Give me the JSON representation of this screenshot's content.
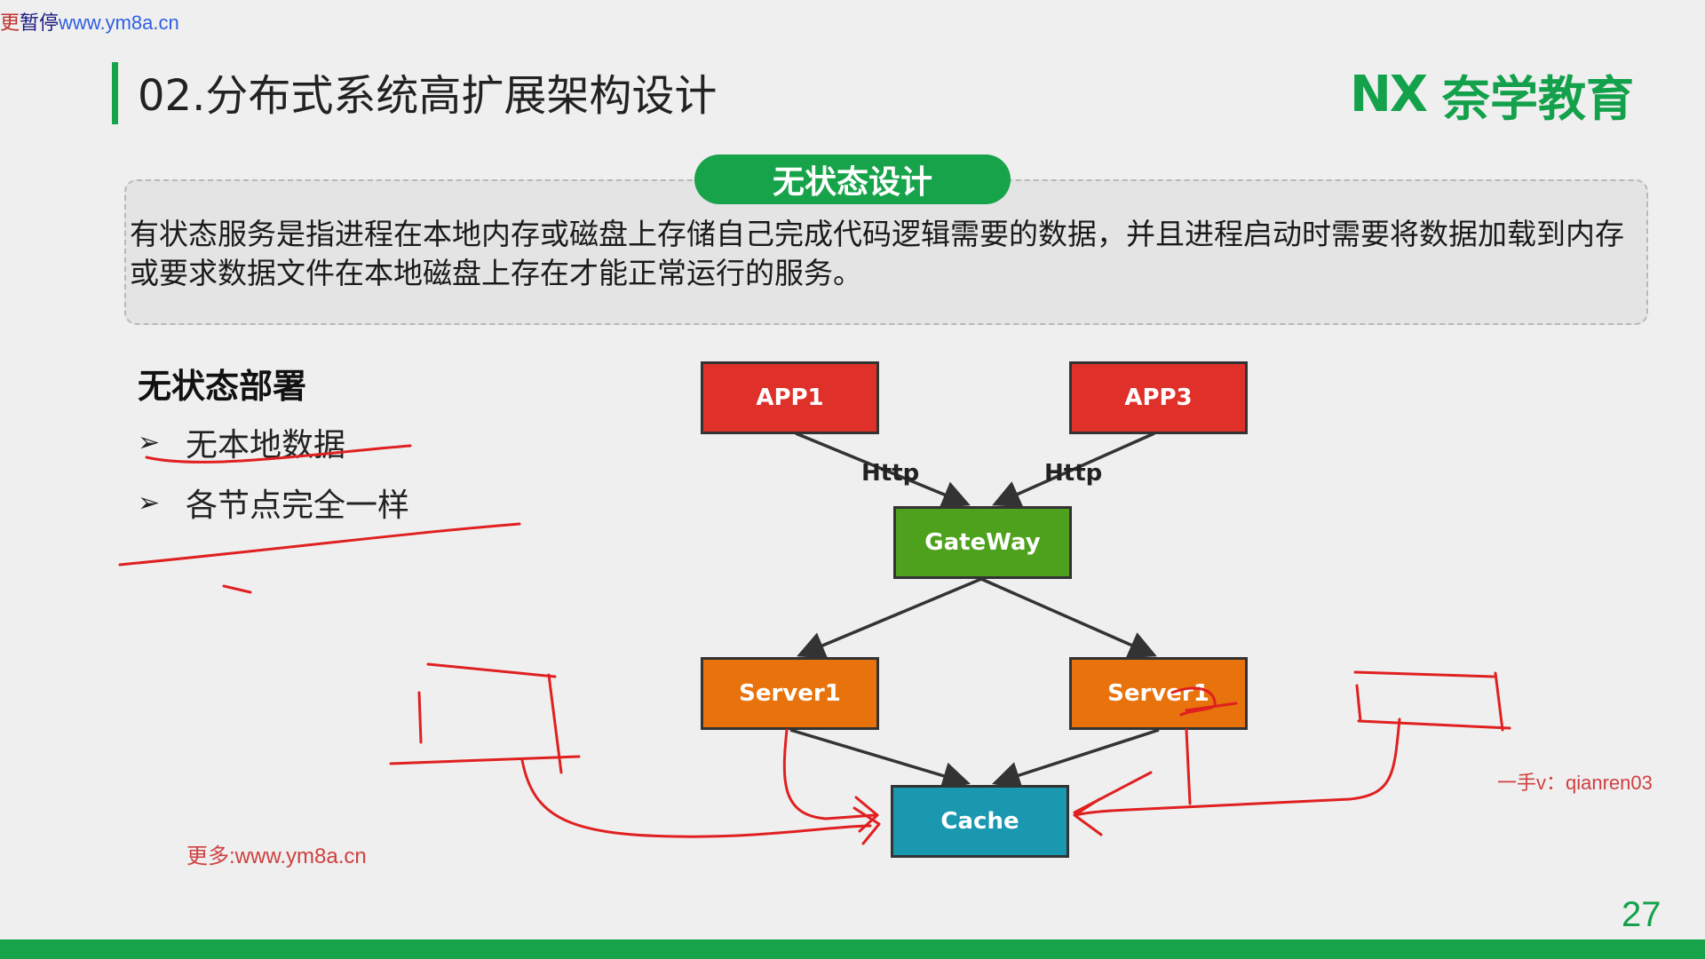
{
  "watermark": {
    "prefix": "更",
    "pause": "暂停",
    "site": "www.ym8a.cn"
  },
  "slide": {
    "title": "02.分布式系统高扩展架构设计",
    "page_number": "27"
  },
  "logo": {
    "mark": "NX",
    "name": "奈学教育"
  },
  "definition": {
    "pill_label": "无状态设计",
    "text": "有状态服务是指进程在本地内存或磁盘上存储自己完成代码逻辑需要的数据，并且进程启动时需要将数据加载到内存或要求数据文件在本地磁盘上存在才能正常运行的服务。"
  },
  "deployment": {
    "heading": "无状态部署",
    "bullets": [
      "无本地数据",
      "各节点完全一样"
    ]
  },
  "diagram": {
    "nodes": {
      "app1": "APP1",
      "app3": "APP3",
      "gateway": "GateWay",
      "server1_left": "Server1",
      "server1_right": "Server1",
      "cache": "Cache"
    },
    "edge_labels": {
      "left": "Http",
      "right": "Http"
    },
    "colors": {
      "app": "#e0302a",
      "gateway": "#4ea11c",
      "server": "#e8720c",
      "cache": "#1a98b0"
    }
  },
  "footer": {
    "contact": "一手v：qianren03",
    "more": "更多:www.ym8a.cn"
  },
  "colors": {
    "accent": "#17a34a",
    "annotation": "#e02020"
  }
}
